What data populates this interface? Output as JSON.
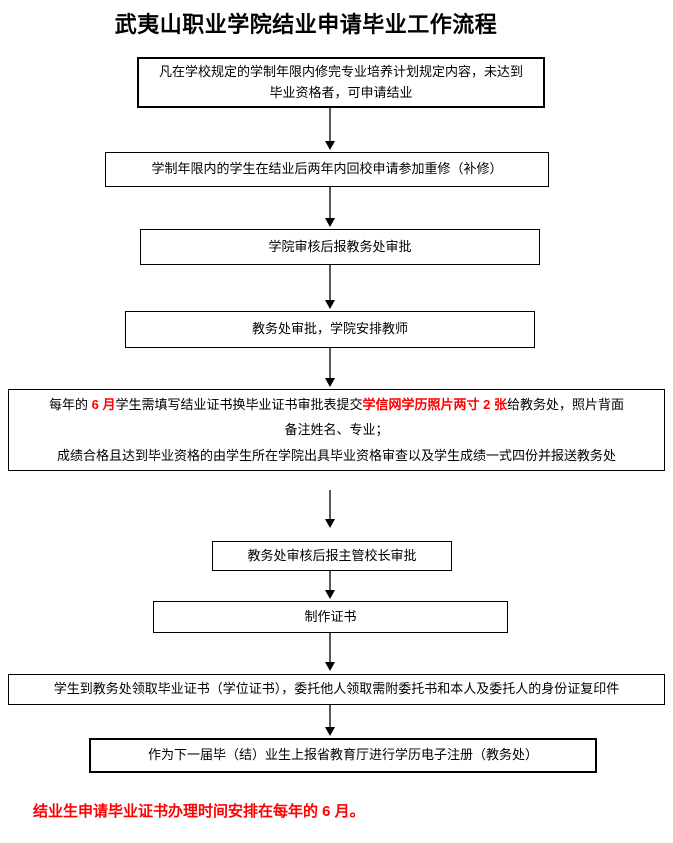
{
  "page": {
    "title": "武夷山职业学院结业申请毕业工作流程",
    "footnote": "结业生申请毕业证书办理时间安排在每年的 6 月。"
  },
  "colors": {
    "highlight_red": "#ff0000",
    "box_border": "#000000",
    "arrow_line": "#595959",
    "arrow_head": "#000000",
    "background": "#ffffff"
  },
  "flow": {
    "steps": [
      {
        "segments": [
          {
            "text": "凡在学校规定的学制年限内修完专业培养计划规定内容，未达到"
          },
          {
            "break": true
          },
          {
            "text": "毕业资格者，可申请结业"
          }
        ]
      },
      {
        "label": "学制年限内的学生在结业后两年内回校申请参加重修（补修）"
      },
      {
        "label": "学院审核后报教务处审批"
      },
      {
        "label": "教务处审批，学院安排教师"
      },
      {
        "segments": [
          {
            "text": "每年的 "
          },
          {
            "text": "6 月",
            "highlight": true
          },
          {
            "text": "学生需填写结业证书换毕业证书审批表提交"
          },
          {
            "text": "学信网学历照片两寸 2 张",
            "highlight": true
          },
          {
            "text": "给教务处，照片背面"
          },
          {
            "break": true
          },
          {
            "text": "备注姓名、专业；"
          },
          {
            "break": true
          },
          {
            "text": "成绩合格且达到毕业资格的由学生所在学院出具毕业资格审查以及学生成绩一式四份并报送教务处"
          }
        ]
      },
      {
        "label": "教务处审核后报主管校长审批"
      },
      {
        "label": "制作证书"
      },
      {
        "label": "学生到教务处领取毕业证书（学位证书），委托他人领取需附委托书和本人及委托人的身份证复印件"
      },
      {
        "label": "作为下一届毕（结）业生上报省教育厅进行学历电子注册（教务处）"
      }
    ]
  }
}
